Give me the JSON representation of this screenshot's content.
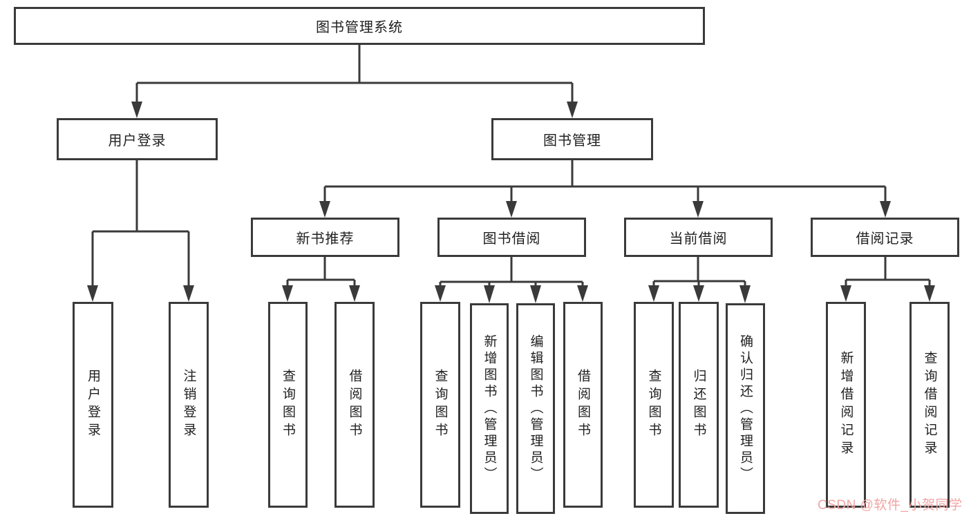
{
  "diagram": {
    "root_label": "图书管理系统",
    "user_login": {
      "label": "用户登录",
      "children": [
        {
          "label": "用户登录"
        },
        {
          "label": "注销登录"
        }
      ]
    },
    "book_mgmt": {
      "label": "图书管理",
      "sections": [
        {
          "label": "新书推荐",
          "children": [
            {
              "label": "查询图书"
            },
            {
              "label": "借阅图书"
            }
          ]
        },
        {
          "label": "图书借阅",
          "children": [
            {
              "label": "查询图书"
            },
            {
              "label": "新增图书（管理员）"
            },
            {
              "label": "编辑图书（管理员）"
            },
            {
              "label": "借阅图书"
            }
          ]
        },
        {
          "label": "当前借阅",
          "children": [
            {
              "label": "查询图书"
            },
            {
              "label": "归还图书"
            },
            {
              "label": "确认归还（管理员）"
            }
          ]
        },
        {
          "label": "借阅记录",
          "children": [
            {
              "label": "新增借阅记录"
            },
            {
              "label": "查询借阅记录"
            }
          ]
        }
      ]
    }
  },
  "watermark": {
    "text": "CSDN @软件_小贺同学"
  },
  "colors": {
    "line": "#3a3a3a",
    "box_fill": "#ffffff",
    "text": "#1f1f1f",
    "watermark": "#f2a4a4"
  }
}
